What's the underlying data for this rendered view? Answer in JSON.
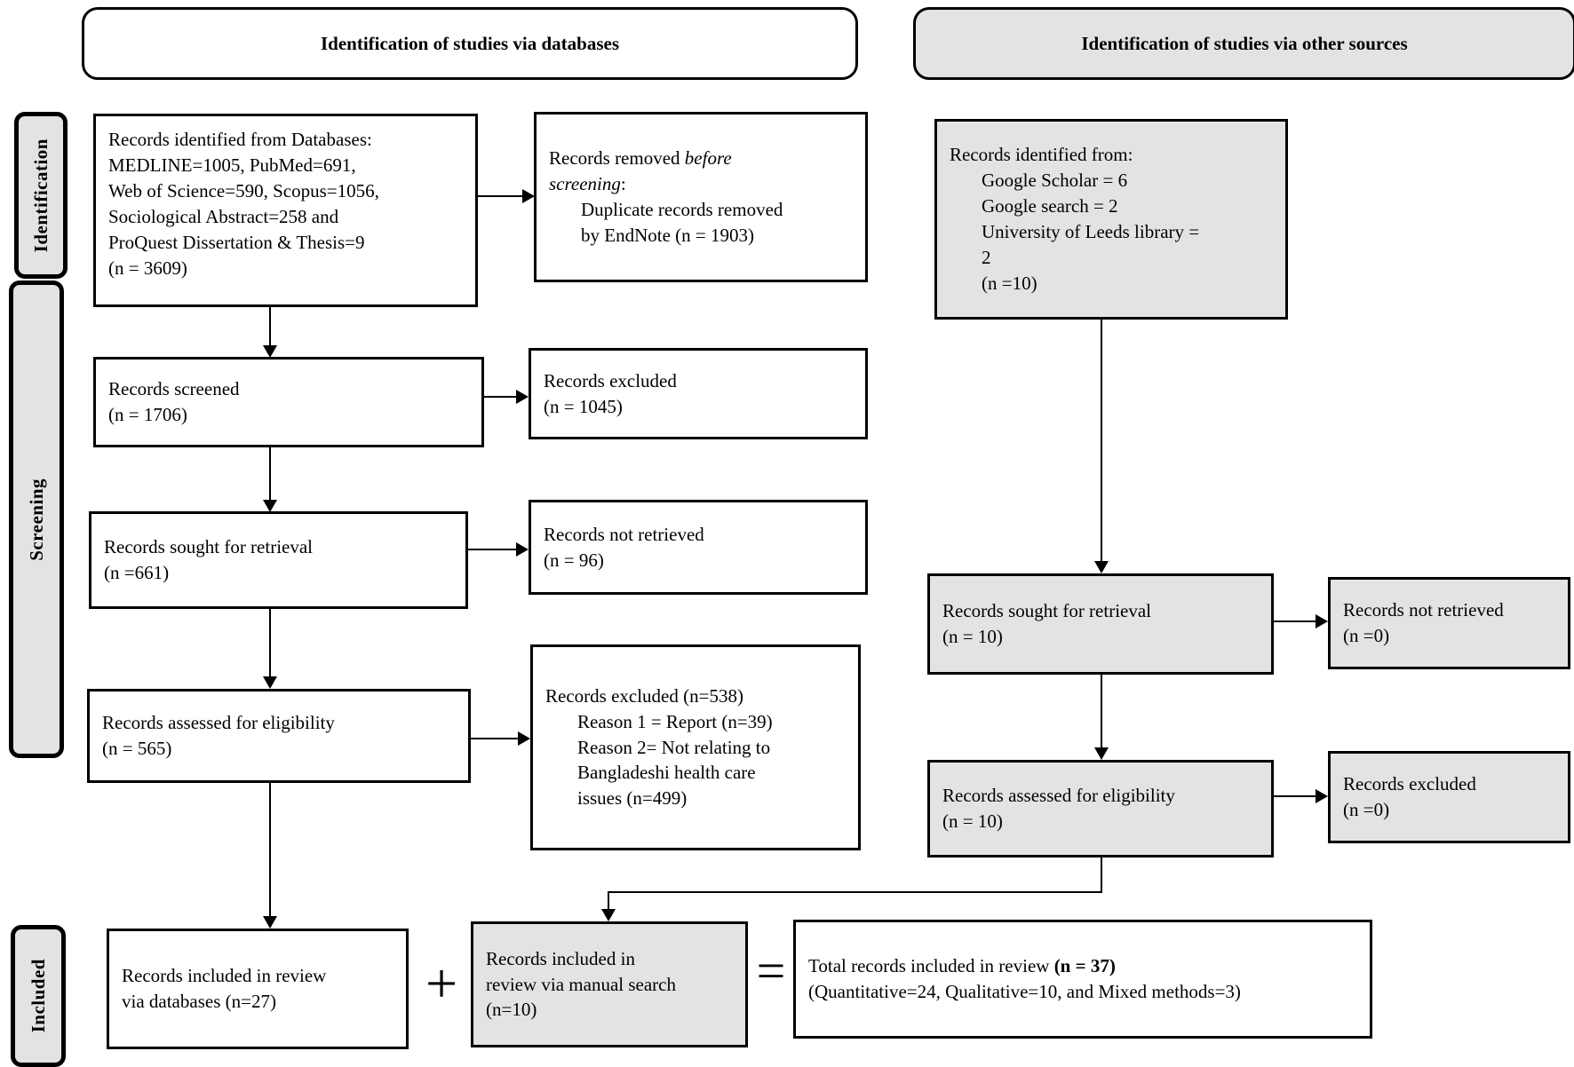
{
  "headers": {
    "left": "Identification of studies via databases",
    "right": "Identification of studies via other sources"
  },
  "stages": {
    "identification": "Identification",
    "screening": "Screening",
    "included": "Included"
  },
  "boxes": {
    "db_identified": "Records identified from Databases:\nMEDLINE=1005, PubMed=691,\nWeb of Science=590, Scopus=1056,\nSociological Abstract=258 and\nProQuest Dissertation & Thesis=9\n(n = 3609)",
    "removed_before": {
      "pre": "Records removed ",
      "italic": "before\nscreening",
      "post": ":",
      "body": "Duplicate records removed\nby EndNote (n = 1903)"
    },
    "screened": "Records screened\n(n = 1706)",
    "excluded_screening": "Records excluded\n(n = 1045)",
    "sought_db": "Records sought for retrieval\n(n =661)",
    "not_retrieved_db": "Records not retrieved\n(n = 96)",
    "assessed_db": "Records assessed for eligibility\n(n = 565)",
    "excluded_eligibility": {
      "head": "Records excluded (n=538)",
      "body": "Reason 1 = Report (n=39)\nReason 2= Not relating to\nBangladeshi health care\nissues (n=499)"
    },
    "other_identified": {
      "head": "Records identified from:",
      "body": "Google Scholar = 6\nGoogle search = 2\nUniversity of Leeds library =\n2\n(n =10)"
    },
    "sought_other": "Records sought for retrieval\n(n = 10)",
    "not_retrieved_other": "Records not retrieved\n(n =0)",
    "assessed_other": "Records assessed for eligibility\n(n = 10)",
    "excluded_other": "Records excluded\n(n =0)",
    "included_db": "Records included in review\nvia databases (n=27)",
    "included_manual": "Records included in\nreview via manual search\n(n=10)",
    "total": {
      "pre": "Total records included in review ",
      "bold": "(n = 37)",
      "rest": "\n(Quantitative=24, Qualitative=10, and Mixed methods=3)"
    }
  },
  "operators": {
    "plus": "+",
    "equals": "="
  },
  "colors": {
    "box_gray": "#e3e3e3",
    "box_white": "#ffffff",
    "line": "#000000"
  }
}
